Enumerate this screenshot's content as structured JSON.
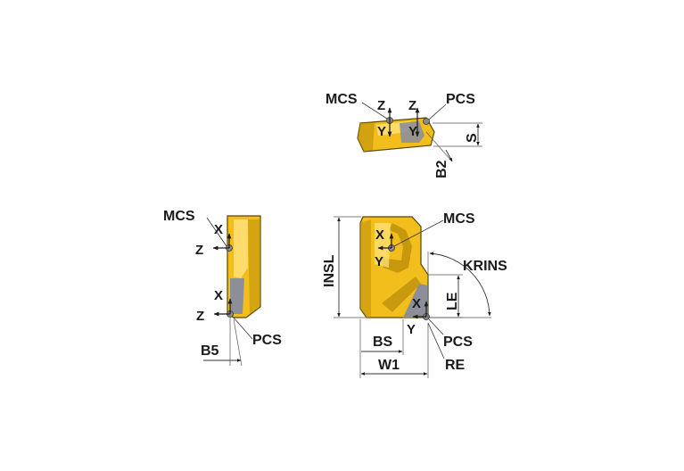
{
  "colors": {
    "insert_fill": "#f2be1c",
    "insert_shadow": "#b88a0a",
    "insert_highlight": "#ffe27a",
    "chip_gray": "#8c8f99",
    "axis_dot": "#8a8a8a",
    "text": "#1a1a1a"
  },
  "top_view": {
    "mcs": "MCS",
    "pcs": "PCS",
    "z1": "Z",
    "z2": "Z",
    "y1": "Y",
    "y2": "Y",
    "dim_s": "S",
    "dim_b2": "B2"
  },
  "side_view": {
    "mcs": "MCS",
    "pcs": "PCS",
    "x1": "X",
    "x2": "X",
    "z1": "Z",
    "z2": "Z",
    "dim_b5": "B5"
  },
  "front_view": {
    "mcs": "MCS",
    "pcs": "PCS",
    "x1": "X",
    "x2": "X",
    "y1": "Y",
    "y2": "Y",
    "dim_insl": "INSL",
    "dim_krins": "KRINS",
    "dim_le": "LE",
    "dim_bs": "BS",
    "dim_w1": "W1",
    "dim_re": "RE"
  }
}
